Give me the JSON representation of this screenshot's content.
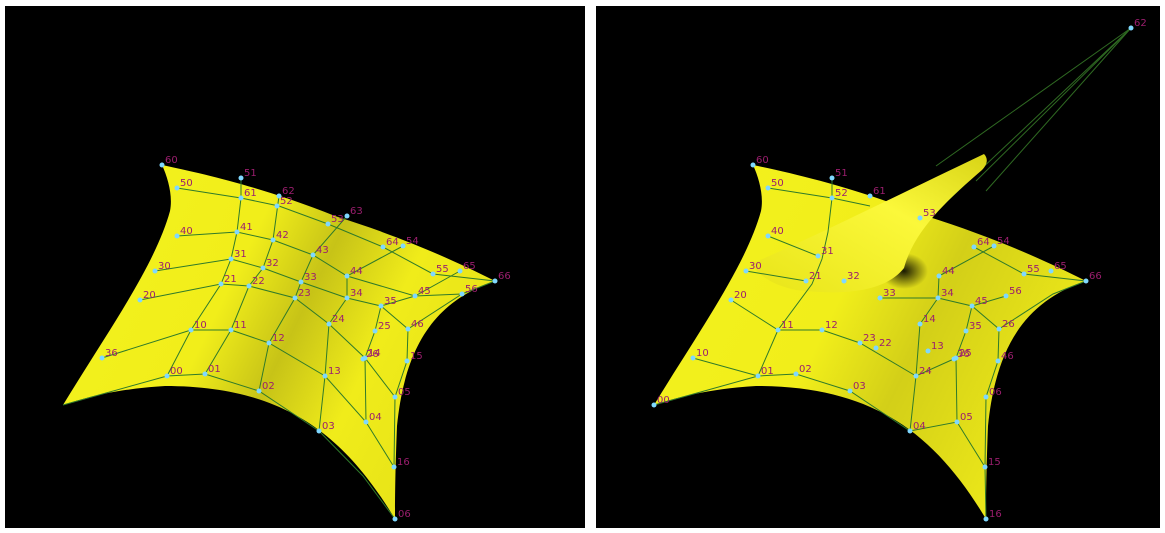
{
  "colors": {
    "background": "#000000",
    "surface": "#f2f01c",
    "surface_shadow": "#7a760a",
    "grid_lines": "#2f7a2a",
    "control_point": "#7fd8ff",
    "label": "#9b1e6e",
    "frame": "#ffffff"
  },
  "left_panel": {
    "labels": [
      "60",
      "50",
      "51",
      "61",
      "62",
      "52",
      "53",
      "63",
      "64",
      "40",
      "41",
      "42",
      "43",
      "44",
      "54",
      "65",
      "55",
      "66",
      "30",
      "31",
      "32",
      "33",
      "34",
      "35",
      "45",
      "56",
      "20",
      "21",
      "22",
      "23",
      "24",
      "25",
      "46",
      "10",
      "11",
      "12",
      "13",
      "14",
      "15",
      "26",
      "36",
      "00",
      "01",
      "02",
      "03",
      "04",
      "05",
      "16",
      "06"
    ]
  },
  "right_panel": {
    "labels": [
      "62",
      "60",
      "50",
      "51",
      "61",
      "52",
      "40",
      "31",
      "53",
      "64",
      "54",
      "65",
      "55",
      "66",
      "30",
      "21",
      "32",
      "33",
      "34",
      "44",
      "45",
      "56",
      "20",
      "11",
      "12",
      "22",
      "23",
      "24",
      "25",
      "46",
      "10",
      "01",
      "02",
      "03",
      "13",
      "14",
      "35",
      "26",
      "36",
      "00",
      "04",
      "05",
      "15",
      "16",
      "06"
    ]
  }
}
